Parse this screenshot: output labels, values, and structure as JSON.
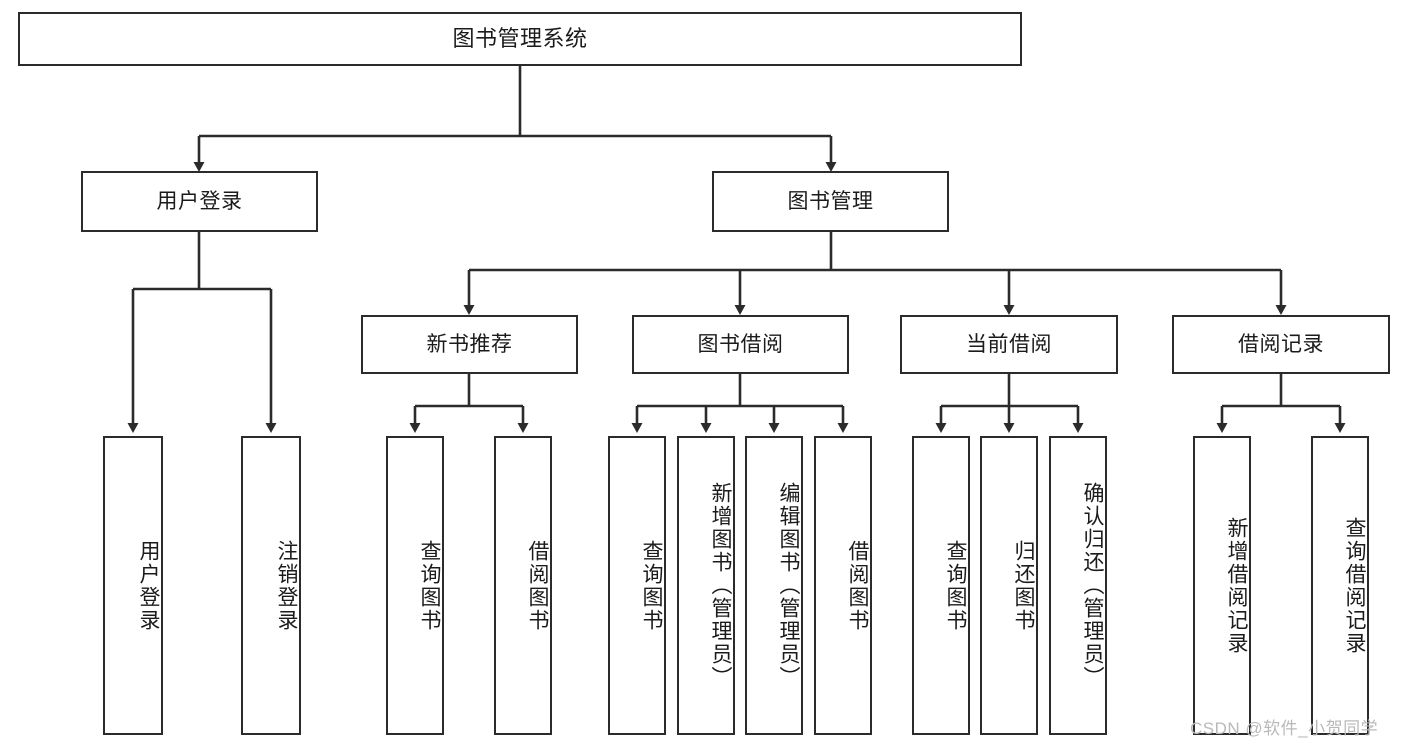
{
  "diagram": {
    "title": "图书管理系统",
    "root": {
      "id": "root",
      "label": "图书管理系统"
    },
    "level2": [
      {
        "id": "user-login",
        "label": "用户登录"
      },
      {
        "id": "book-manage",
        "label": "图书管理"
      }
    ],
    "level3": [
      {
        "id": "new-book-recommend",
        "label": "新书推荐"
      },
      {
        "id": "book-borrow",
        "label": "图书借阅"
      },
      {
        "id": "current-borrow",
        "label": "当前借阅"
      },
      {
        "id": "borrow-record",
        "label": "借阅记录"
      }
    ],
    "leaves": [
      {
        "id": "leaf-user-login",
        "label": "用户登录",
        "parent": "user-login"
      },
      {
        "id": "leaf-logout-login",
        "label": "注销登录",
        "parent": "user-login"
      },
      {
        "id": "leaf-query-book-1",
        "label": "查询图书",
        "parent": "new-book-recommend"
      },
      {
        "id": "leaf-borrow-book-1",
        "label": "借阅图书",
        "parent": "new-book-recommend"
      },
      {
        "id": "leaf-query-book-2",
        "label": "查询图书",
        "parent": "book-borrow"
      },
      {
        "id": "leaf-add-book",
        "label": "新增图书（管理员）",
        "parent": "book-borrow"
      },
      {
        "id": "leaf-edit-book",
        "label": "编辑图书（管理员）",
        "parent": "book-borrow"
      },
      {
        "id": "leaf-borrow-book-2",
        "label": "借阅图书",
        "parent": "book-borrow"
      },
      {
        "id": "leaf-query-book-3",
        "label": "查询图书",
        "parent": "current-borrow"
      },
      {
        "id": "leaf-return-book",
        "label": "归还图书",
        "parent": "current-borrow"
      },
      {
        "id": "leaf-confirm-return",
        "label": "确认归还（管理员）",
        "parent": "current-borrow"
      },
      {
        "id": "leaf-add-record",
        "label": "新增借阅记录",
        "parent": "borrow-record"
      },
      {
        "id": "leaf-query-record",
        "label": "查询借阅记录",
        "parent": "borrow-record"
      }
    ]
  },
  "watermark": {
    "text": "CSDN @软件_小贺同学"
  },
  "colors": {
    "stroke": "#2b2b2b",
    "background": "#ffffff",
    "text": "#1b1b1b",
    "watermark": "#b9b9b9"
  }
}
